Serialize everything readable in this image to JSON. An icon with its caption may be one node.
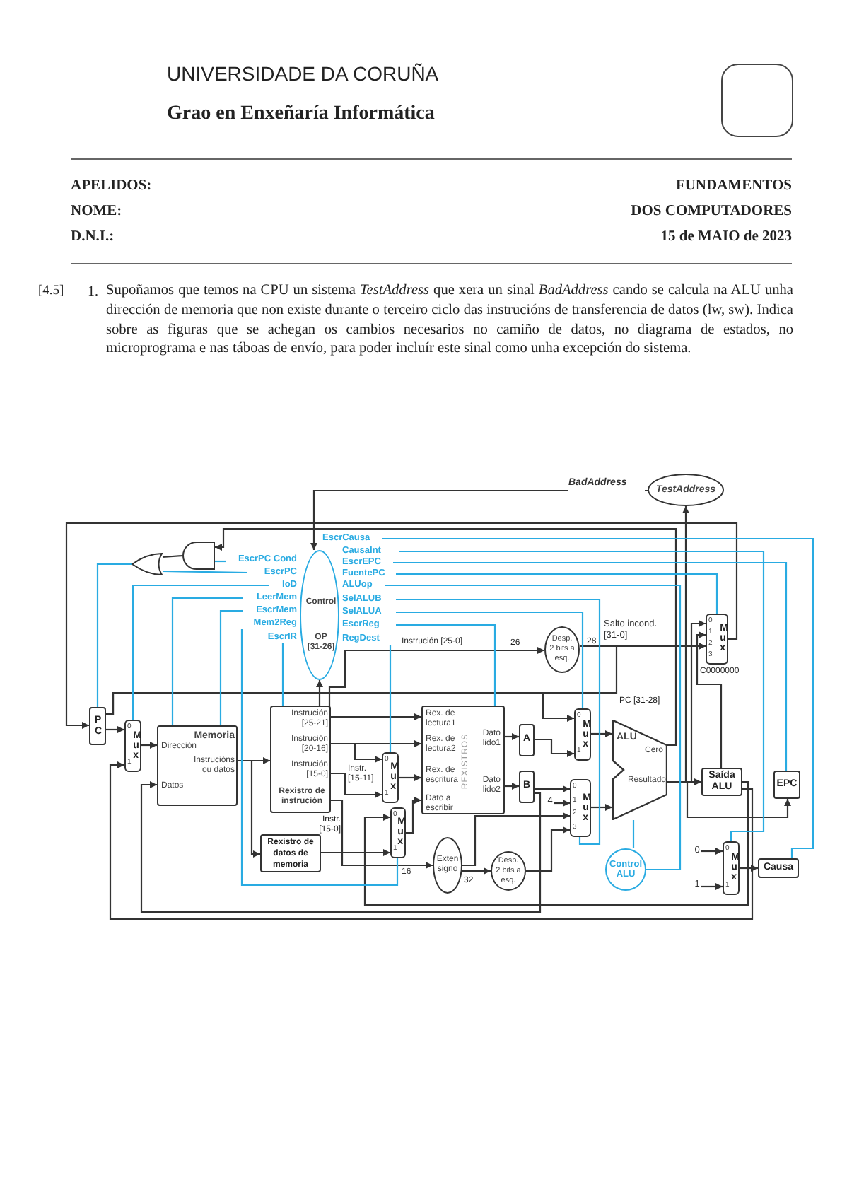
{
  "diagram": {
    "nodes": [
      {
        "text": [
          "TestAddress"
        ]
      },
      {
        "text": [
          "EscrCausa"
        ]
      },
      {
        "text": [
          "CausaInt"
        ]
      },
      {
        "text": [
          "EscrPC Cond"
        ]
      },
      {
        "text": [
          "EscrEPC"
        ]
      },
      {
        "text": [],
        "shape": "gate"
      },
      {
        "text": [],
        "shape": "gate"
      },
      {
        "text": [
          "EscrPC"
        ]
      },
      {
        "text": [
          "FuentePC"
        ]
      },
      {
        "text": [
          "IoD"
        ]
      },
      {
        "text": [
          "ALUop"
        ]
      },
      {
        "text": [
          "Control",
          "OP [31-26]"
        ]
      },
      {
        "text": [
          "LeerMem"
        ]
      },
      {
        "text": [
          "SelALUB"
        ]
      },
      {
        "text": [
          "SelALUA"
        ]
      },
      {
        "text": [
          "EscrMem"
        ]
      },
      {
        "text": [
          "Mem2Reg"
        ]
      },
      {
        "text": [
          "EscrReg"
        ]
      },
      {
        "text": [
          "EscrIR"
        ]
      },
      {
        "text": [
          "RegDest"
        ]
      },
      {
        "text": [
          "Desp. 2 bits a esq."
        ]
      },
      {
        "text": [
          "Mux",
          "0",
          "1",
          "2",
          "3"
        ]
      },
      {
        "text": [
          "PC"
        ]
      },
      {
        "text": [
          "Mux",
          "0",
          "1"
        ]
      },
      {
        "text": [
          "Memoria",
          "Dirección",
          "Instrucións ou datos",
          "Datos"
        ]
      },
      {
        "text": [
          "Instrución [25-21]",
          "Instrución [20-16]",
          "Instrución [15-0]",
          "Rexistro de instrución"
        ]
      },
      {
        "text": [
          "Rex. de lectura1",
          "Rex. de lectura2",
          "Rex. de escritura",
          "Dato a escribir",
          "REXISTROS",
          "Dato lido1",
          "Dato lido2"
        ]
      },
      {
        "text": [
          "A"
        ]
      },
      {
        "text": [
          "Mux",
          "0",
          "1"
        ]
      },
      {
        "text": [
          "ALU",
          "Cero",
          "Resultado"
        ]
      },
      {
        "text": [
          "B"
        ]
      },
      {
        "text": [
          "Mux",
          "0",
          "1"
        ]
      },
      {
        "text": [
          "Saída ALU"
        ]
      },
      {
        "text": [
          "EPC"
        ]
      },
      {
        "text": [
          "4"
        ]
      },
      {
        "text": [
          "Mux",
          "0",
          "1",
          "2",
          "3"
        ]
      },
      {
        "text": [
          "Mux",
          "0",
          "1"
        ]
      },
      {
        "text": [
          "Rexistro de datos de memoria"
        ]
      },
      {
        "text": [
          "Exten signo"
        ]
      },
      {
        "text": [
          "Control ALU"
        ]
      },
      {
        "text": [
          "Desp. 2 bits a esq."
        ]
      },
      {
        "text": [
          "0"
        ]
      },
      {
        "text": [
          "Mux",
          "0",
          "1"
        ]
      },
      {
        "text": [
          "Causa"
        ]
      },
      {
        "text": [
          "1"
        ]
      }
    ],
    "edges": [
      {
        "from": 0,
        "to": 11,
        "label": "BadAddress",
        "arrow": "to"
      },
      {
        "from": 29,
        "to": 0,
        "arrow": "to"
      },
      {
        "from": 29,
        "to": 32,
        "arrow": "to"
      },
      {
        "from": 29,
        "to": 21,
        "arrow": "to"
      },
      {
        "from": 32,
        "to": 21,
        "arrow": "to"
      },
      {
        "from": 20,
        "to": 21,
        "label": "Salto incond. [31-0]",
        "arrow": "to"
      },
      {
        "from": 22,
        "to": 21,
        "arrow": "to"
      },
      {
        "from": 21,
        "to": 22,
        "arrow": "to"
      },
      {
        "from": 22,
        "to": 23,
        "arrow": "to"
      },
      {
        "from": 22,
        "to": 28,
        "arrow": "to"
      },
      {
        "from": 23,
        "to": 24,
        "arrow": "to"
      },
      {
        "from": 24,
        "to": 25,
        "arrow": "to"
      },
      {
        "from": 24,
        "to": 37,
        "arrow": "to"
      },
      {
        "from": 25,
        "to": 26,
        "arrow": "to"
      },
      {
        "from": 25,
        "to": 26,
        "arrow": "to"
      },
      {
        "from": 25,
        "to": 31,
        "arrow": "to"
      },
      {
        "from": 25,
        "to": 31,
        "label": "Instr. [15-11]",
        "arrow": "to"
      },
      {
        "from": 31,
        "to": 26,
        "arrow": "to"
      },
      {
        "from": 36,
        "to": 26,
        "arrow": "to"
      },
      {
        "from": 37,
        "to": 36,
        "arrow": "to"
      },
      {
        "from": 32,
        "to": 36,
        "arrow": "to"
      },
      {
        "from": 25,
        "to": 38,
        "label": "16",
        "arrow": "to"
      },
      {
        "from": 25,
        "to": 11,
        "arrow": "to"
      },
      {
        "from": 25,
        "to": 20,
        "label": "Instrución [25-0]",
        "arrow": "to"
      },
      {
        "from": 26,
        "to": 27,
        "arrow": "to"
      },
      {
        "from": 26,
        "to": 30,
        "arrow": "to"
      },
      {
        "from": 27,
        "to": 28,
        "arrow": "to"
      },
      {
        "from": 30,
        "to": 35,
        "arrow": "to"
      },
      {
        "from": 34,
        "to": 35,
        "arrow": "to"
      },
      {
        "from": 38,
        "to": 35,
        "label": "32",
        "arrow": "to"
      },
      {
        "from": 38,
        "to": 40,
        "arrow": "to"
      },
      {
        "from": 40,
        "to": 35,
        "arrow": "to"
      },
      {
        "from": 30,
        "to": 24,
        "arrow": "to"
      },
      {
        "from": 32,
        "to": 23,
        "arrow": "to"
      },
      {
        "from": 28,
        "to": 29,
        "arrow": "to"
      },
      {
        "from": 35,
        "to": 29,
        "arrow": "to"
      },
      {
        "from": 29,
        "to": 6,
        "arrow": "to"
      },
      {
        "from": 6,
        "to": 5,
        "arrow": "none"
      },
      {
        "from": 5,
        "to": 22,
        "arrow": "none",
        "color": "#29abe2"
      },
      {
        "from": 29,
        "to": 33,
        "arrow": "to"
      },
      {
        "from": 41,
        "to": 42,
        "arrow": "to"
      },
      {
        "from": 44,
        "to": 42,
        "arrow": "to"
      },
      {
        "from": 42,
        "to": 43,
        "arrow": "to"
      },
      {
        "from": 39,
        "to": 29,
        "arrow": "none",
        "color": "#29abe2"
      },
      {
        "from": 3,
        "to": 6,
        "arrow": "none",
        "color": "#29abe2"
      },
      {
        "from": 7,
        "to": 5,
        "arrow": "none",
        "color": "#29abe2"
      },
      {
        "from": 9,
        "to": 23,
        "arrow": "none",
        "color": "#29abe2"
      },
      {
        "from": 12,
        "to": 24,
        "arrow": "none",
        "color": "#29abe2"
      },
      {
        "from": 15,
        "to": 24,
        "arrow": "none",
        "color": "#29abe2"
      },
      {
        "from": 16,
        "to": 36,
        "arrow": "none",
        "color": "#29abe2"
      },
      {
        "from": 18,
        "to": 25,
        "arrow": "none",
        "color": "#29abe2"
      },
      {
        "from": 1,
        "to": 43,
        "arrow": "none",
        "color": "#29abe2"
      },
      {
        "from": 2,
        "to": 42,
        "arrow": "none",
        "color": "#29abe2"
      },
      {
        "from": 4,
        "to": 33,
        "arrow": "none",
        "color": "#29abe2"
      },
      {
        "from": 8,
        "to": 21,
        "arrow": "none",
        "color": "#29abe2"
      },
      {
        "from": 10,
        "to": 39,
        "arrow": "none",
        "color": "#29abe2"
      },
      {
        "from": 13,
        "to": 35,
        "arrow": "none",
        "color": "#29abe2"
      },
      {
        "from": 14,
        "to": 28,
        "arrow": "none",
        "color": "#29abe2"
      },
      {
        "from": 17,
        "to": 26,
        "arrow": "none",
        "color": "#29abe2"
      },
      {
        "from": 19,
        "to": 31,
        "arrow": "none",
        "color": "#29abe2"
      }
    ],
    "labels": [
      "UNIVERSIDADE DA CORUÑA",
      "Grao en Enxeñaría Informática",
      "APELIDOS:",
      "FUNDAMENTOS",
      "NOME:",
      "DOS COMPUTADORES",
      "D.N.I.:",
      "15 de MAIO de 2023",
      "[4.5]",
      "1.",
      "Supoñamos que temos na CPU un sistema *TestAddress* que xera un sinal *BadAddress* cando se calcula na ALU unha dirección de memoria que non existe durante o terceiro ciclo das instrucións de transferencia de datos (lw, sw). Indica sobre as figuras que se achegan os cambios necesarios no camiño de datos, no diagrama de estados, no microprograma e nas táboas de envío, para poder incluír este sinal como unha excepción do sistema.",
      "26",
      "28",
      "PC [31-28]",
      "C0000000",
      "Instr. [15-0]"
    ]
  }
}
